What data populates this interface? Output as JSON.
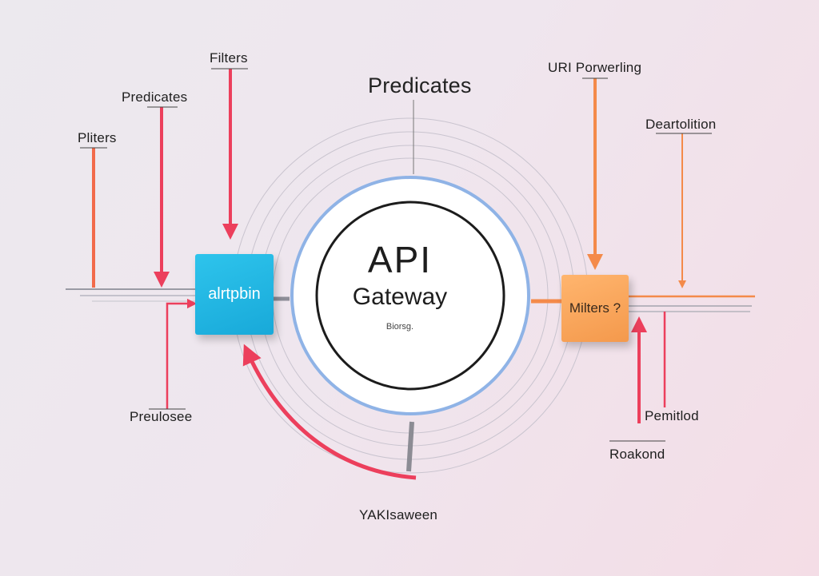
{
  "title": "Predicates",
  "hub": {
    "line1": "API",
    "line2": "Gateway",
    "caption": "Biorsg."
  },
  "left_box": "alrtpbin",
  "right_box": "Milters ?",
  "labels": {
    "top_left_1": "Filters",
    "top_left_2": "Predicates",
    "top_left_3": "Pliters",
    "top_right_1": "URI Porwerling",
    "top_right_2": "Deartolition",
    "bottom_left": "Preulosee",
    "bottom_right_1": "Pemitlod",
    "bottom_right_2": "Roakond",
    "bottom_center": "YAKIsaween"
  },
  "colors": {
    "red": "#ec3f5c",
    "orange": "#f48a4a",
    "blue_ring": "#8fb3e6",
    "cyan_box": "#1eb3e0",
    "orange_box": "#f7a45a",
    "dark": "#1c1c1c"
  }
}
